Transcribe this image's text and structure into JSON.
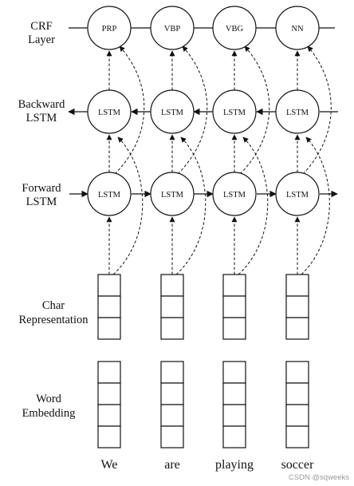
{
  "row_labels": {
    "crf": [
      "CRF",
      "Layer"
    ],
    "backward": [
      "Backward",
      "LSTM"
    ],
    "forward": [
      "Forward",
      "LSTM"
    ],
    "char": [
      "Char",
      "Representation"
    ],
    "word": [
      "Word",
      "Embedding"
    ]
  },
  "tags": [
    "PRP",
    "VBP",
    "VBG",
    "NN"
  ],
  "lstm_label": "LSTM",
  "words": [
    "We",
    "are",
    "playing",
    "soccer"
  ],
  "watermark": "CSDN @sqweeks"
}
